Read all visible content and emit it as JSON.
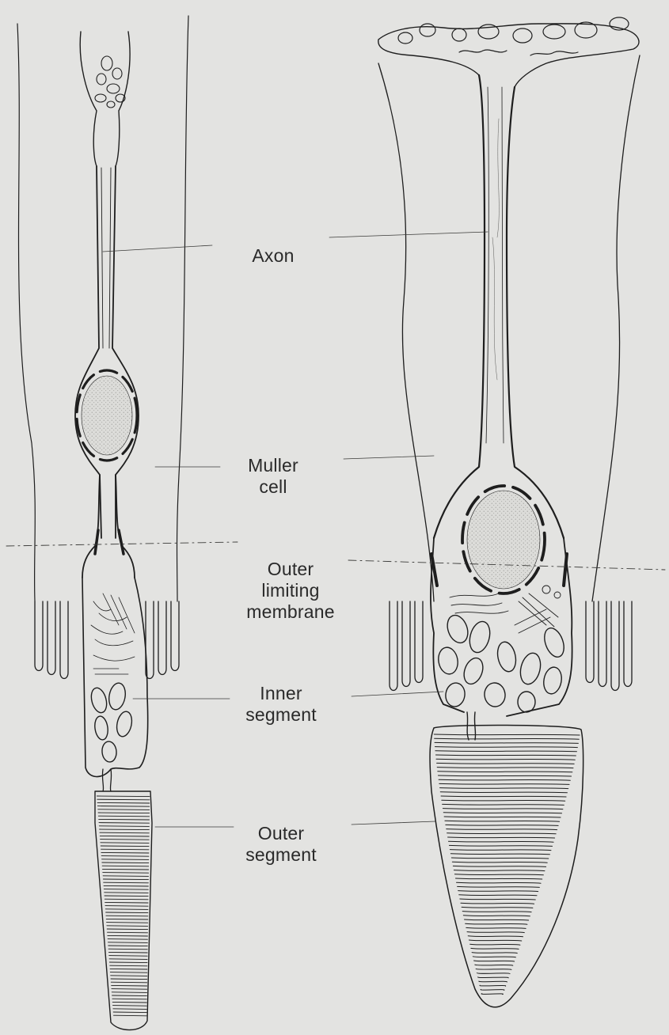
{
  "labels": {
    "axon": "Axon",
    "muller_cell": "Muller\ncell",
    "outer_limiting_membrane": "Outer\nlimiting\nmembrane",
    "inner_segment": "Inner\nsegment",
    "outer_segment": "Outer\nsegment"
  },
  "colors": {
    "background": "#e3e3e1",
    "ink": "#1e1e1e",
    "nucleus_fill": "#d6d6d3"
  }
}
